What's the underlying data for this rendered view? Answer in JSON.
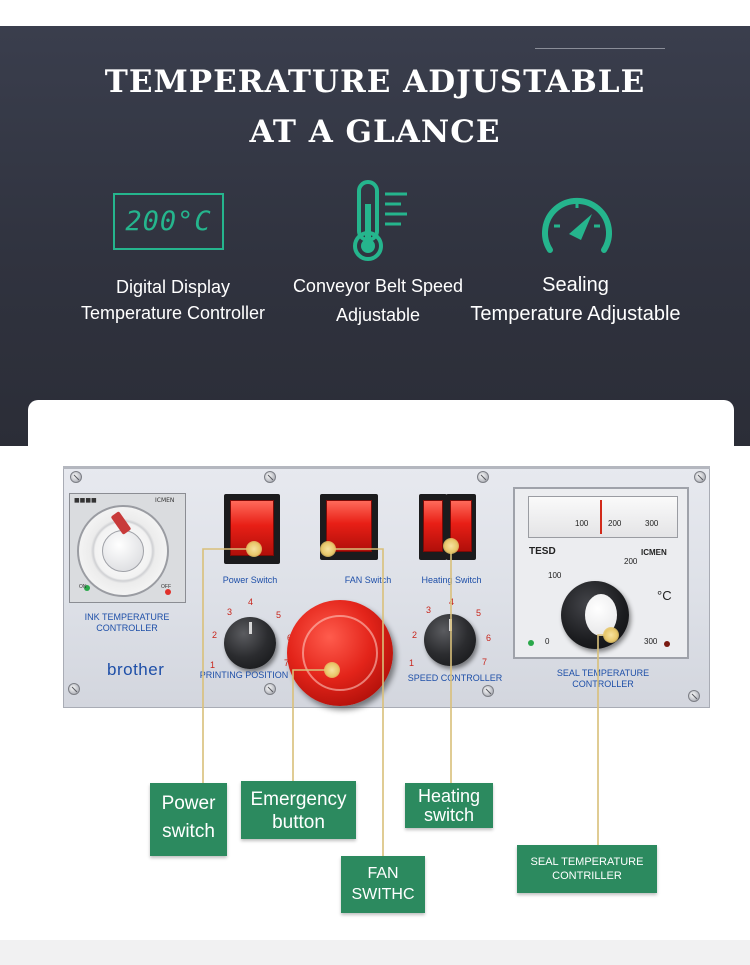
{
  "header": {
    "title_line1": "TEMPERATURE  ADJUSTABLE",
    "title_line2": "AT A GLANCE"
  },
  "features": [
    {
      "icon": "digital-display-icon",
      "display_text": "200°C",
      "line1": "Digital Display",
      "line2": "Temperature Controller"
    },
    {
      "icon": "thermometer-icon",
      "line1": "Conveyor Belt Speed",
      "line2": "Adjustable"
    },
    {
      "icon": "gauge-icon",
      "line1": "Sealing",
      "line2": "Temperature Adjustable"
    }
  ],
  "panel": {
    "ink_label_line1": "INK TEMPERATURE",
    "ink_label_line2": "CONTROLLER",
    "power_switch": "Power Switch",
    "fan_switch": "FAN Switch",
    "heating_switch": "Heating Switch",
    "printing_position": "PRINTING POSITION",
    "speed_controller": "SPEED CONTROLLER",
    "seal_label_line1": "SEAL TEMPERATURE",
    "seal_label_line2": "CONTROLLER",
    "brand": "brother",
    "seal_brand": "TESD",
    "seal_maker": "ICMEN",
    "seal_unit": "°C",
    "window_ticks": [
      "100",
      "200",
      "300"
    ],
    "seal_scale": [
      "0",
      "100",
      "200",
      "300"
    ],
    "knob_numbers": [
      "1",
      "2",
      "3",
      "4",
      "5",
      "6",
      "7"
    ],
    "timer_on": "ON",
    "timer_off": "OFF"
  },
  "callouts": {
    "power_line1": "Power",
    "power_line2": "switch",
    "emergency_line1": "Emergency",
    "emergency_line2": "button",
    "heating_line1": "Heating",
    "heating_line2": "switch",
    "fan_line1": "FAN",
    "fan_line2": "SWITHC",
    "seal_line1": "SEAL TEMPERATURE",
    "seal_line2": "CONTRILLER"
  },
  "colors": {
    "hero_background": "#30333f",
    "accent_green": "#25b58d",
    "badge_green": "#2c8a5f",
    "connector_gold": "#d9c07a",
    "panel_blue_text": "#1e4fa8"
  }
}
